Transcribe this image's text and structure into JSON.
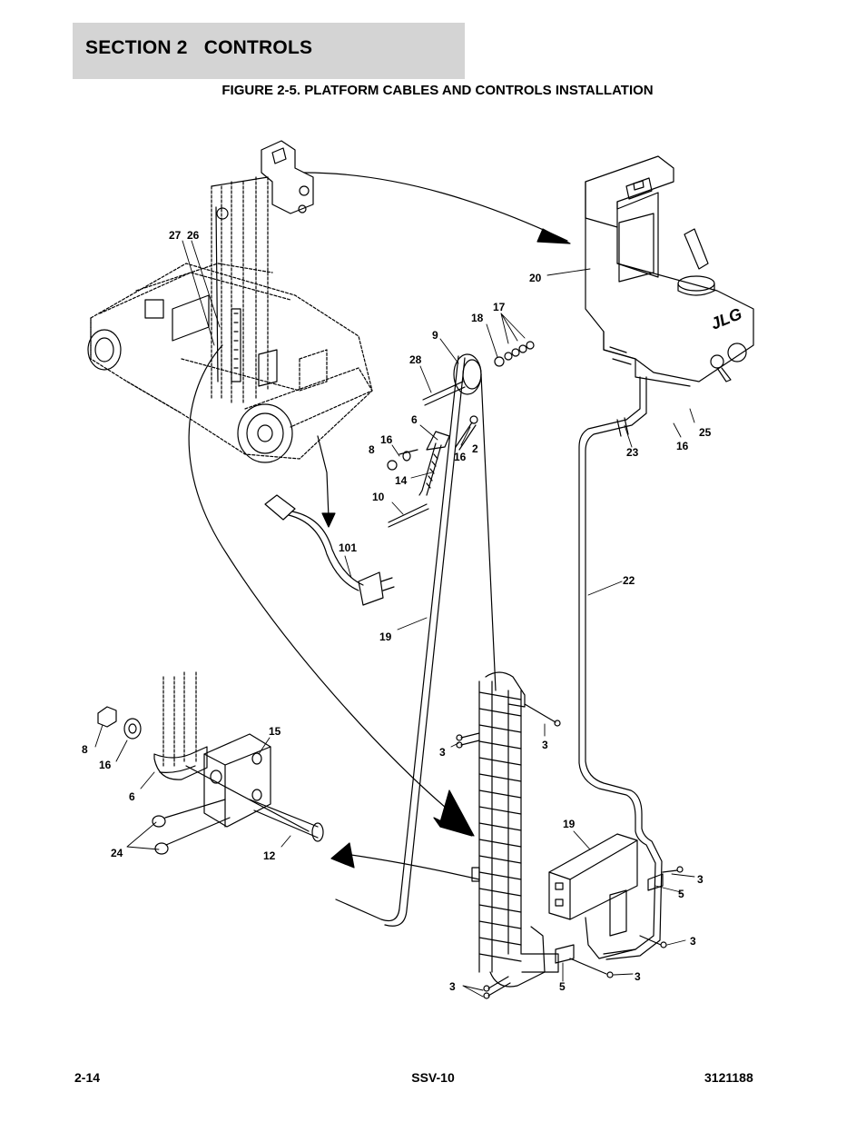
{
  "header": {
    "section_title": "SECTION 2   CONTROLS",
    "figure_title": "FIGURE 2-5. PLATFORM CABLES AND CONTROLS INSTALLATION"
  },
  "figure": {
    "brand_logo_text": "JLG",
    "callouts": {
      "c27": "27",
      "c26": "26",
      "c20": "20",
      "c17": "17",
      "c18": "18",
      "c9": "9",
      "c28": "28",
      "c6_upper": "6",
      "c16_upper": "16",
      "c8_upper": "8",
      "c2": "2",
      "c16_mid": "16",
      "c14": "14",
      "c10": "10",
      "c101": "101",
      "c19_cable": "19",
      "c23": "23",
      "c16_right": "16",
      "c25": "25",
      "c22": "22",
      "c8_lower": "8",
      "c16_lower": "16",
      "c6_lower": "6",
      "c15": "15",
      "c24": "24",
      "c12": "12",
      "c3_a": "3",
      "c3_b": "3",
      "c19_box": "19",
      "c3_c": "3",
      "c5_a": "5",
      "c3_d": "3",
      "c3_e": "3",
      "c3_f": "3",
      "c5_b": "5"
    }
  },
  "footer": {
    "page_number": "2-14",
    "model": "SSV-10",
    "doc_number": "3121188"
  }
}
